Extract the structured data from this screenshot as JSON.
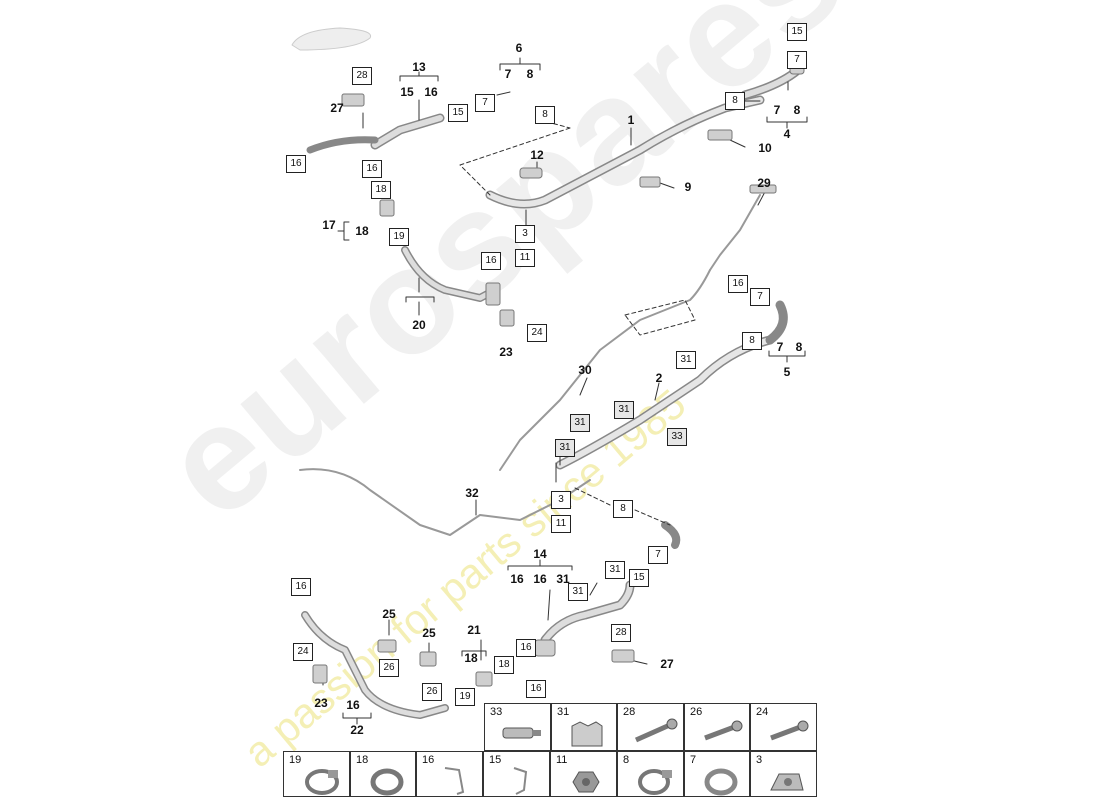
{
  "watermark": {
    "brand": "eurospares",
    "tagline": "a passion for parts since 1985"
  },
  "callouts": [
    "1",
    "2",
    "4",
    "5",
    "6",
    "7",
    "8",
    "9",
    "10",
    "12",
    "13",
    "14",
    "15",
    "16",
    "17",
    "18",
    "20",
    "21",
    "22",
    "23",
    "25",
    "27",
    "29",
    "30",
    "32",
    "16",
    "16",
    "31",
    "15",
    "16",
    "7",
    "8",
    "7",
    "8",
    "7",
    "8",
    "18",
    "16",
    "23",
    "25",
    "27"
  ],
  "boxes": [
    "15",
    "7",
    "8",
    "7",
    "8",
    "28",
    "15",
    "16",
    "16",
    "18",
    "19",
    "3",
    "11",
    "16",
    "24",
    "16",
    "7",
    "8",
    "31",
    "31",
    "31",
    "31",
    "33",
    "3",
    "11",
    "8",
    "7",
    "31",
    "15",
    "31",
    "16",
    "18",
    "19",
    "16",
    "26",
    "26",
    "24",
    "16",
    "28"
  ],
  "legend_top": [
    {
      "num": "33",
      "icon": "sensor-icon"
    },
    {
      "num": "31",
      "icon": "holder-icon"
    },
    {
      "num": "28",
      "icon": "bolt-icon"
    },
    {
      "num": "26",
      "icon": "bolt-icon"
    },
    {
      "num": "24",
      "icon": "bolt-icon"
    }
  ],
  "legend_bottom": [
    {
      "num": "19",
      "icon": "hose-clamp-icon"
    },
    {
      "num": "18",
      "icon": "seal-ring-icon"
    },
    {
      "num": "16",
      "icon": "spring-clip-icon"
    },
    {
      "num": "15",
      "icon": "spring-clip-icon"
    },
    {
      "num": "11",
      "icon": "nut-icon"
    },
    {
      "num": "8",
      "icon": "hose-clamp-icon"
    },
    {
      "num": "7",
      "icon": "seal-ring-icon"
    },
    {
      "num": "3",
      "icon": "clip-nut-icon"
    }
  ]
}
